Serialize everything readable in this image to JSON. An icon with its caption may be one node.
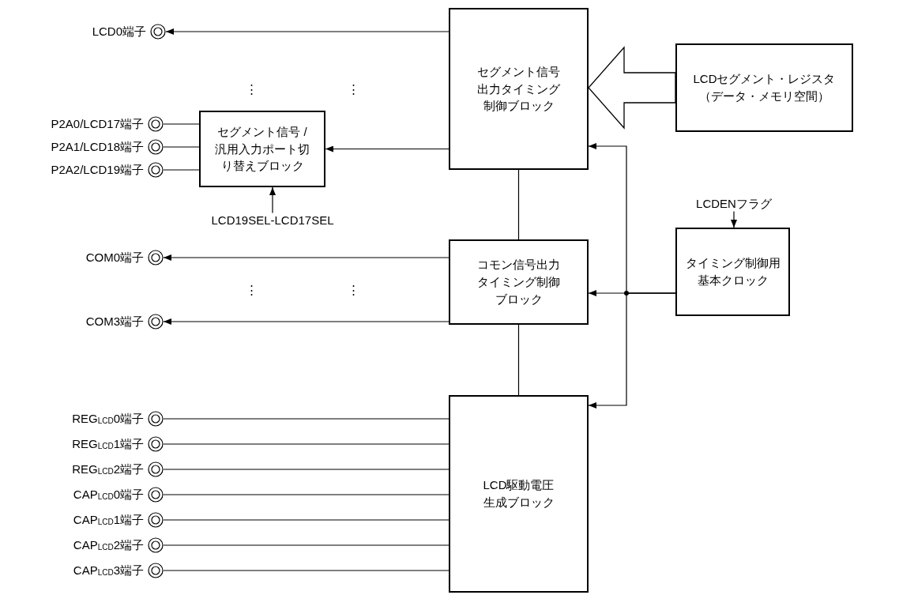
{
  "diagram": {
    "nodes": [
      {
        "text": [],
        "shape": "circle",
        "beside": [
          "LCD0端子"
        ]
      },
      {
        "text": [
          "セグメント信号出力タイミング制御ブロック"
        ]
      },
      {
        "text": [
          "LCDセグメント・レジスタ（データ・メモリ空間）"
        ]
      },
      {
        "text": [],
        "shape": "circle",
        "beside": [
          "P2A0/LCD17端子"
        ]
      },
      {
        "text": [],
        "shape": "circle",
        "beside": [
          "P2A1/LCD18端子"
        ]
      },
      {
        "text": [],
        "shape": "circle",
        "beside": [
          "P2A2/LCD19端子"
        ]
      },
      {
        "text": [
          "セグメント信号 /汎用入力ポート切り替えブロック"
        ]
      },
      {
        "text": [
          "LCD19SEL-LCD17SEL"
        ]
      },
      {
        "text": [
          "LCDENフラグ"
        ]
      },
      {
        "text": [],
        "shape": "circle",
        "beside": [
          "COM0端子"
        ]
      },
      {
        "text": [
          "コモン信号出力タイミング制御ブロック"
        ]
      },
      {
        "text": [
          "タイミング制御用基本クロック"
        ]
      },
      {
        "text": [],
        "shape": "circle",
        "beside": [
          "COM3端子"
        ]
      },
      {
        "text": [],
        "shape": "circle",
        "beside": [
          "REG$_{LCD}$0端子"
        ]
      },
      {
        "text": [],
        "shape": "circle",
        "beside": [
          "REG$_{LCD}$1端子"
        ]
      },
      {
        "text": [],
        "shape": "circle",
        "beside": [
          "REG$_{LCD}$2端子"
        ]
      },
      {
        "text": [],
        "shape": "circle",
        "beside": [
          "CAP$_{LCD}$0端子"
        ]
      },
      {
        "text": [],
        "shape": "circle",
        "beside": [
          "CAP$_{LCD}$1端子"
        ]
      },
      {
        "text": [],
        "shape": "circle",
        "beside": [
          "CAP$_{LCD}$2端子"
        ]
      },
      {
        "text": [],
        "shape": "circle",
        "beside": [
          "CAP$_{LCD}$3端子"
        ]
      },
      {
        "text": [
          "LCD駆動電圧生成ブロック"
        ]
      }
    ],
    "edges": [
      {
        "from": 1,
        "to": 0,
        "arrow": "to"
      },
      {
        "from": 2,
        "to": 1,
        "arrow": "to",
        "style": "thick"
      },
      {
        "from": 3,
        "to": 6,
        "arrow": "none"
      },
      {
        "from": 4,
        "to": 6,
        "arrow": "none"
      },
      {
        "from": 5,
        "to": 6,
        "arrow": "none"
      },
      {
        "from": 1,
        "to": 6,
        "arrow": "to"
      },
      {
        "from": 7,
        "to": 6,
        "arrow": "to"
      },
      {
        "from": 1,
        "to": 10,
        "arrow": "none"
      },
      {
        "from": 10,
        "to": 20,
        "arrow": "none"
      },
      {
        "from": 10,
        "to": 9,
        "arrow": "to"
      },
      {
        "from": 10,
        "to": 12,
        "arrow": "to"
      },
      {
        "from": 8,
        "to": 11,
        "arrow": "to"
      },
      {
        "from": 11,
        "to": 1,
        "arrow": "to"
      },
      {
        "from": 11,
        "to": 10,
        "arrow": "to"
      },
      {
        "from": 11,
        "to": 20,
        "arrow": "to"
      },
      {
        "from": 13,
        "to": 20,
        "arrow": "none"
      },
      {
        "from": 14,
        "to": 20,
        "arrow": "none"
      },
      {
        "from": 15,
        "to": 20,
        "arrow": "none"
      },
      {
        "from": 16,
        "to": 20,
        "arrow": "none"
      },
      {
        "from": 17,
        "to": 20,
        "arrow": "none"
      },
      {
        "from": 18,
        "to": 20,
        "arrow": "none"
      },
      {
        "from": 19,
        "to": 20,
        "arrow": "none"
      }
    ],
    "labels": [
      "⋮",
      "⋮",
      "⋮",
      "⋮"
    ]
  }
}
